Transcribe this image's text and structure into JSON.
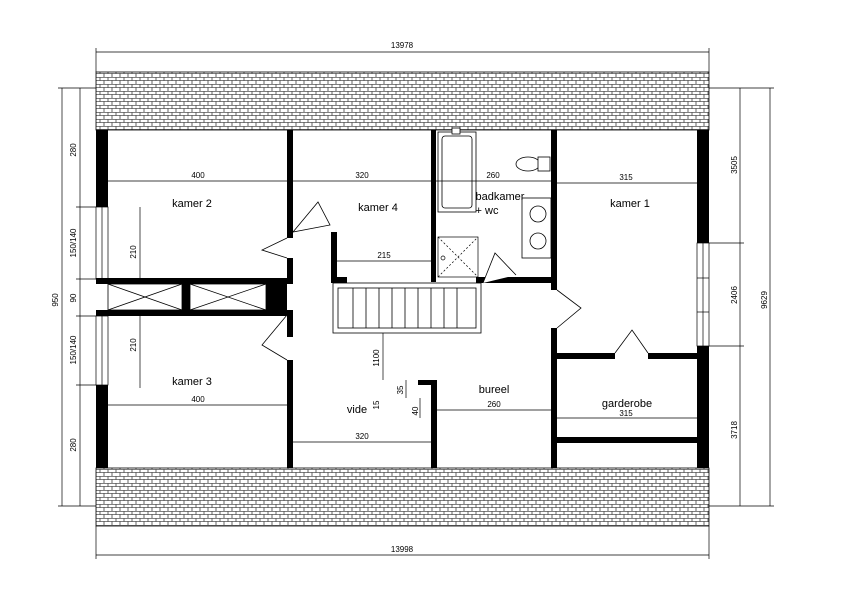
{
  "plan": {
    "overall_top": "13978",
    "overall_bottom": "13998",
    "rooms": {
      "kamer2": "kamer 2",
      "kamer4": "kamer 4",
      "badkamer_line1": "badkamer",
      "badkamer_line2": "+ wc",
      "kamer1": "kamer 1",
      "kamer3": "kamer 3",
      "vide": "vide",
      "bureel": "bureel",
      "garderobe": "garderobe"
    },
    "dims": {
      "kamer2_width": "400",
      "kamer4_width": "320",
      "badkamer_width": "260",
      "kamer1_width": "315",
      "stair_width": "215",
      "kamer2_depth": "210",
      "kamer3_depth": "210",
      "stair_1100": "1100",
      "d35": "35",
      "d15": "15",
      "d40": "40",
      "bureel_width": "260",
      "kamer3_width": "400",
      "hall_width": "320",
      "garderobe_width": "315"
    },
    "left_dims": {
      "overall": "950",
      "top": "280",
      "window_top": "150/140",
      "middle": "90",
      "window_bottom": "150/140",
      "bottom": "280"
    },
    "right_dims": {
      "top": "3505",
      "middle": "2406",
      "overall": "9629",
      "bottom": "3718"
    }
  }
}
